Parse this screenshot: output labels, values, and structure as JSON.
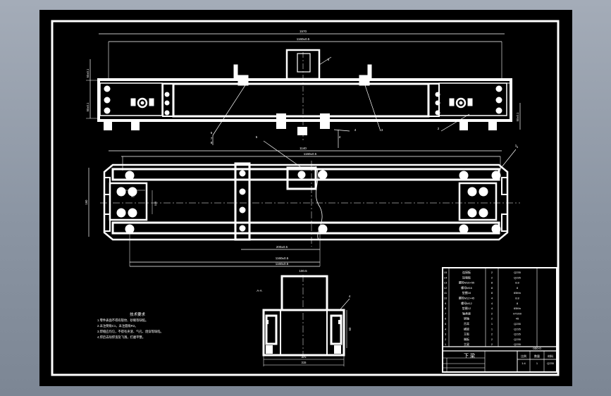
{
  "title_block": {
    "drawing_name": "下 梁",
    "drawing_number": "000-0",
    "labels": [
      "比例",
      "数量",
      "材料"
    ],
    "values": [
      "1:4",
      "1",
      "Q235"
    ]
  },
  "technical_requirements": {
    "heading": "技术要求",
    "lines": [
      "1.零件表面不得有裂纹、砂眼等缺陷。",
      "2.未注倒角C1，未注圆角R2。",
      "3.焊缝应均匀，不得有夹渣、气孔、烧穿等缺陷。",
      "4.焊后去除焊渣及飞溅，打磨平整。"
    ]
  },
  "parts_list": {
    "rows": [
      {
        "no": "15",
        "name": "连接板",
        "qty": "2",
        "mat": "Q235"
      },
      {
        "no": "14",
        "name": "加强板",
        "qty": "2",
        "mat": "Q235"
      },
      {
        "no": "13",
        "name": "螺栓M16×55",
        "qty": "8",
        "mat": "8.8"
      },
      {
        "no": "12",
        "name": "螺母M16",
        "qty": "8",
        "mat": "8"
      },
      {
        "no": "11",
        "name": "垫圈16",
        "qty": "8",
        "mat": "65Mn"
      },
      {
        "no": "10",
        "name": "螺栓M12×45",
        "qty": "4",
        "mat": "8.8"
      },
      {
        "no": "9",
        "name": "螺母M12",
        "qty": "4",
        "mat": "8"
      },
      {
        "no": "8",
        "name": "垫圈12",
        "qty": "4",
        "mat": "65Mn"
      },
      {
        "no": "7",
        "name": "轴承座",
        "qty": "2",
        "mat": "HT200"
      },
      {
        "no": "6",
        "name": "销轴",
        "qty": "2",
        "mat": "45"
      },
      {
        "no": "5",
        "name": "吊耳",
        "qty": "1",
        "mat": "Q235"
      },
      {
        "no": "4",
        "name": "横梁",
        "qty": "1",
        "mat": "Q235"
      },
      {
        "no": "3",
        "name": "立板",
        "qty": "2",
        "mat": "Q235"
      },
      {
        "no": "2",
        "name": "端板",
        "qty": "2",
        "mat": "Q235"
      },
      {
        "no": "1",
        "name": "主梁",
        "qty": "2",
        "mat": "Q235"
      }
    ]
  },
  "dimensions": {
    "front_overall": "1570",
    "front_inner": "1160±0.5",
    "front_height_1": "60±0.1",
    "front_height_2": "50±0.1",
    "front_right_height": "50±0.1",
    "plan_overall": "1140",
    "plan_inner": "1160±0.5",
    "plan_width": "160",
    "plan_pitch": "90",
    "plan_slot": "115",
    "plan_center": "200±0.5",
    "plan_bottom_1": "1160±0.5",
    "plan_bottom_2": "1160±0.5",
    "plan_offset": "100.5",
    "section_label": "A-A",
    "section_height": "60",
    "section_inner_width": "275",
    "section_outer_width": "315"
  },
  "balloons": {
    "front": [
      "5",
      "1",
      "2",
      "3",
      "4",
      "6",
      "7",
      "8"
    ],
    "plan": [
      "1",
      "5"
    ],
    "section": [
      "4"
    ]
  }
}
